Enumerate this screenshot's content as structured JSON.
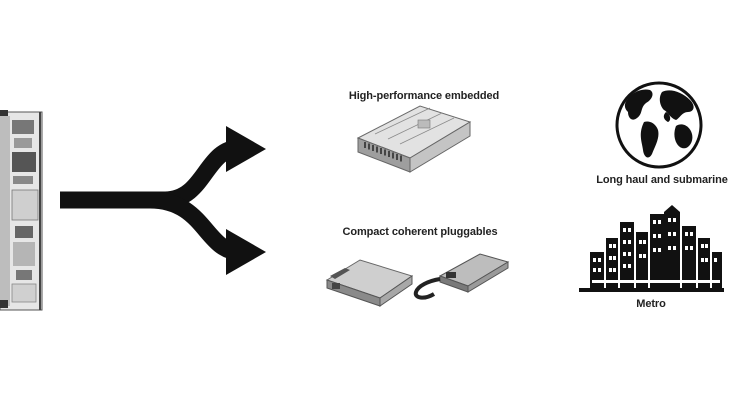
{
  "labels": {
    "embedded": "High-performance embedded",
    "pluggables": "Compact coherent pluggables",
    "longhaul": "Long haul and submarine",
    "metro": "Metro"
  },
  "icons": {
    "line_card": "line-card-icon",
    "split_arrow": "split-arrow-icon",
    "embedded_module": "embedded-module-icon",
    "cfp2_module": "cfp2-pluggable-icon",
    "qsfp_module": "qsfp-pluggable-icon",
    "globe": "globe-icon",
    "city": "city-skyline-icon"
  },
  "colors": {
    "ink": "#111111",
    "module_light": "#d9d9d9",
    "module_mid": "#a9a9a9",
    "module_dark": "#5a5a5a"
  }
}
